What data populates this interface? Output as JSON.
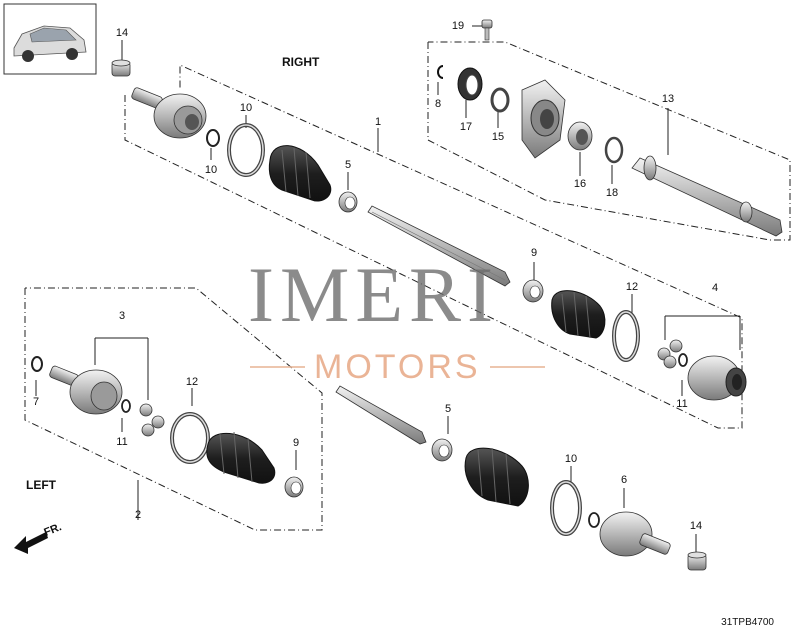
{
  "diagram": {
    "side_right": "RIGHT",
    "side_left": "LEFT",
    "front_label": "FR.",
    "drawing_code": "31TPB4700",
    "watermark_main": "IMERI",
    "watermark_sub": "MOTORS",
    "callouts": {
      "c1": "1",
      "c2": "2",
      "c3": "3",
      "c4": "4",
      "c5a": "5",
      "c5b": "5",
      "c6": "6",
      "c7": "7",
      "c8": "8",
      "c9a": "9",
      "c9b": "9",
      "c10a": "10",
      "c10b": "10",
      "c10c": "10",
      "c11a": "11",
      "c11b": "11",
      "c12a": "12",
      "c12b": "12",
      "c13": "13",
      "c14a": "14",
      "c14b": "14",
      "c15": "15",
      "c16": "16",
      "c17": "17",
      "c18": "18",
      "c19": "19"
    },
    "colors": {
      "part_grey": "#c8c8c8",
      "boot_dark": "#2a2a2a",
      "line": "#222222",
      "watermark_orange": "#e6a27d"
    }
  }
}
